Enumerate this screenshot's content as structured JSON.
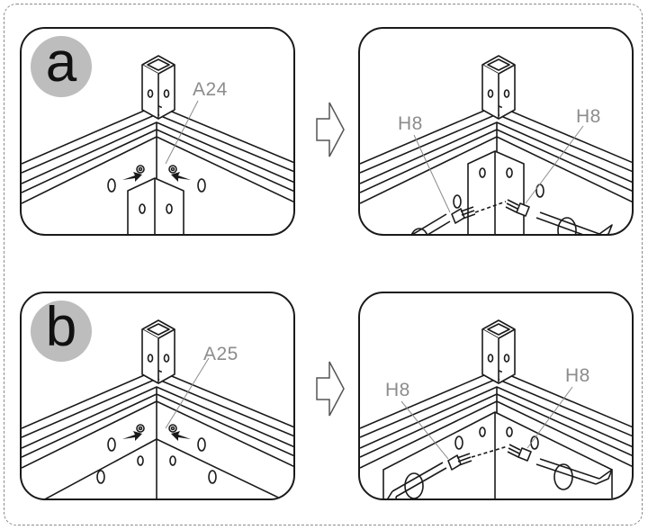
{
  "steps": [
    {
      "badge": "a",
      "part_label": "A24",
      "screw_left": "H8",
      "screw_right": "H8"
    },
    {
      "badge": "b",
      "part_label": "A25",
      "screw_left": "H8",
      "screw_right": "H8"
    }
  ],
  "colors": {
    "outline": "#1a1a1a",
    "badge_fill": "#bdbdbd",
    "label_gray": "#8c8c8c",
    "frame_dash": "#8a8a8a"
  },
  "icons": [
    "post-icon",
    "arrow-right-icon",
    "hex-key-icon",
    "screw-icon",
    "rotate-icon"
  ]
}
